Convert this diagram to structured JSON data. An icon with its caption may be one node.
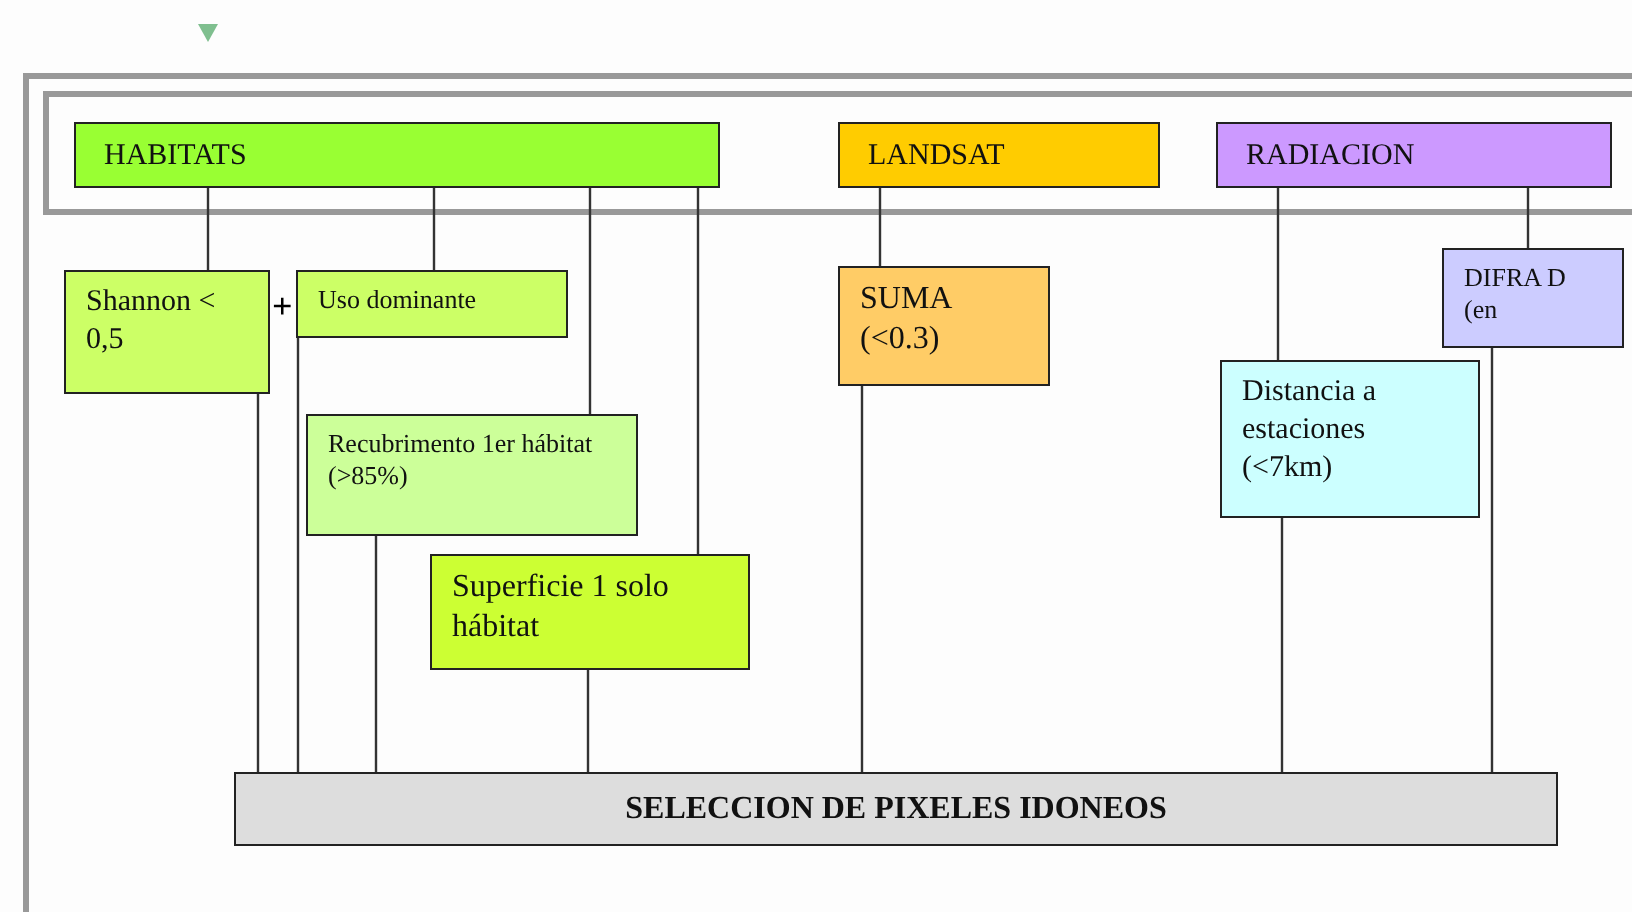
{
  "diagram": {
    "nodes": [
      {
        "text": [
          "HABITATS"
        ]
      },
      {
        "text": [
          "LANDSAT"
        ]
      },
      {
        "text": [
          "RADIACION"
        ]
      },
      {
        "text": [
          "Shannon < 0,5"
        ]
      },
      {
        "text": [
          "Uso dominante"
        ]
      },
      {
        "text": [
          "Recubrimento 1er hábitat (>85%)"
        ]
      },
      {
        "text": [
          "Superficie 1 solo hábitat"
        ]
      },
      {
        "text": [
          "SUMA (<0.3)"
        ]
      },
      {
        "text": [
          "DIFRA D (en"
        ]
      },
      {
        "text": [
          "Distancia a estaciones (<7km)"
        ]
      },
      {
        "text": [
          "SELECCION DE PIXELES IDONEOS"
        ]
      }
    ],
    "edges": [
      {
        "from": 0,
        "to": 3,
        "arrow": "none"
      },
      {
        "from": 0,
        "to": 4,
        "arrow": "none"
      },
      {
        "from": 0,
        "to": 5,
        "arrow": "none"
      },
      {
        "from": 0,
        "to": 6,
        "arrow": "none"
      },
      {
        "from": 1,
        "to": 7,
        "arrow": "none"
      },
      {
        "from": 2,
        "to": 9,
        "arrow": "none"
      },
      {
        "from": 2,
        "to": 8,
        "arrow": "none"
      },
      {
        "from": 3,
        "to": 10,
        "arrow": "none"
      },
      {
        "from": 4,
        "to": 10,
        "arrow": "none"
      },
      {
        "from": 5,
        "to": 10,
        "arrow": "none"
      },
      {
        "from": 6,
        "to": 10,
        "arrow": "none"
      },
      {
        "from": 7,
        "to": 10,
        "arrow": "none"
      },
      {
        "from": 9,
        "to": 10,
        "arrow": "none"
      },
      {
        "from": 8,
        "to": 10,
        "arrow": "none"
      }
    ],
    "labels": [
      "+"
    ]
  }
}
